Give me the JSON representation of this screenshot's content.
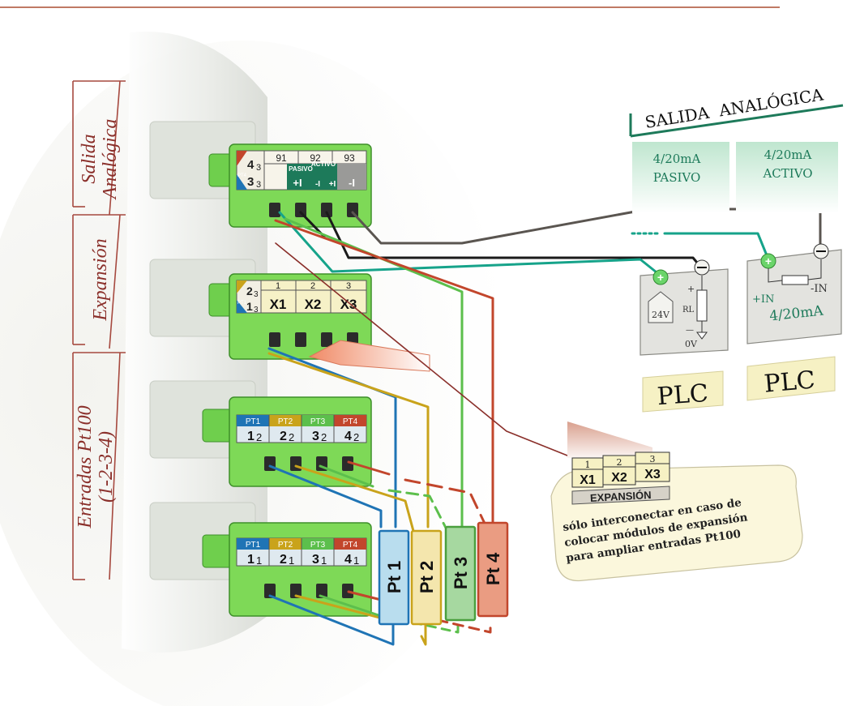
{
  "section_labels": {
    "salida": [
      "Salida",
      "Analógica"
    ],
    "expansion": "Expansión",
    "entradas": [
      "Entradas Pt100",
      "(1-2-3-4)"
    ]
  },
  "connector_salida": {
    "col0": {
      "top": "4",
      "top_sub": "3",
      "bottom": "3",
      "bottom_sub": "3",
      "tag": "PT4"
    },
    "heads": [
      "91",
      "92",
      "93"
    ],
    "mode_labels": [
      "PASIVO",
      "ACTIVO"
    ],
    "terminals": [
      "+I",
      "-I",
      "+I",
      "-I"
    ]
  },
  "connector_expansion": {
    "col0": {
      "top": "2",
      "top_sub": "3",
      "bottom": "1",
      "bottom_sub": "3",
      "tag": "PT1"
    },
    "heads": [
      "1",
      "2",
      "3"
    ],
    "labels": [
      "X1",
      "X2",
      "X3"
    ]
  },
  "connector_pt_a": {
    "tags": [
      "PT1",
      "PT2",
      "PT3",
      "PT4"
    ],
    "numbers": [
      "1",
      "2",
      "3",
      "4"
    ],
    "subs": [
      "2",
      "2",
      "2",
      "2"
    ]
  },
  "connector_pt_b": {
    "tags": [
      "PT1",
      "PT2",
      "PT3",
      "PT4"
    ],
    "numbers": [
      "1",
      "2",
      "3",
      "4"
    ],
    "subs": [
      "1",
      "1",
      "1",
      "1"
    ]
  },
  "sensors": [
    "Pt 1",
    "Pt 2",
    "Pt 3",
    "Pt 4"
  ],
  "salida_panel": {
    "title": "SALIDA  ANALÓGICA",
    "pasivo": [
      "4/20mA",
      "PASIVO"
    ],
    "activo": [
      "4/20mA",
      "ACTIVO"
    ]
  },
  "plc_pasivo": {
    "supply": "24V",
    "plus": "+",
    "rl": "RL",
    "minus": "—",
    "ground": "0V",
    "name": "PLC"
  },
  "plc_activo": {
    "in_plus": "+IN",
    "in_minus": "-IN",
    "range": "4/20mA",
    "name": "PLC"
  },
  "expansion_callout": {
    "heads": [
      "1",
      "2",
      "3"
    ],
    "labels": [
      "X1",
      "X2",
      "X3"
    ],
    "caption": "EXPANSIÓN",
    "note": [
      "sólo interconectar en caso de",
      "colocar módulos de expansión",
      "para ampliar entradas Pt100"
    ]
  },
  "colors": {
    "pt1": "#1f74b5",
    "pt2": "#c9a31b",
    "pt3": "#5cbf4c",
    "pt4": "#c2462c",
    "black": "#1b1b1b",
    "gray": "#5a5550",
    "teal": "#16a38a",
    "connector": "#7ed957",
    "label_red": "#8a2f2a",
    "panel_green": "#1d7a5a"
  }
}
